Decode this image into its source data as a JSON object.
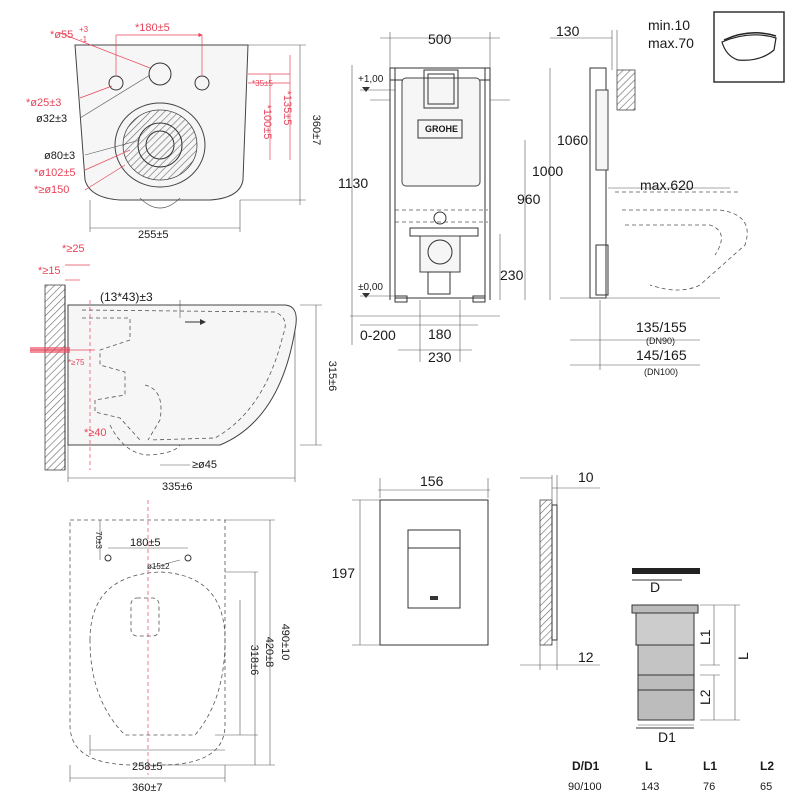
{
  "bowl_top": {
    "diam_55": "*ø55",
    "diam_55_tol_top": "+3",
    "diam_55_tol_bot": "-1",
    "dist_180": "*180±5",
    "diam_25": "*ø25±3",
    "diam_32": "ø32±3",
    "dist_35": "*35±5",
    "dist_100": "*100±5",
    "dist_135": "*135±5",
    "height_360": "360±7",
    "diam_80": "ø80±3",
    "diam_102": "*ø102±5",
    "diam_150": "*≥ø150",
    "width_255": "255±5"
  },
  "frame": {
    "width_500": "500",
    "level_plus1": "+1,00",
    "level_zero": "±0,00",
    "h_1130": "1130",
    "h_960": "960",
    "h_1000": "1000",
    "h_1060": "1060",
    "h_230": "230",
    "range_0_200": "0-200",
    "w_180": "180",
    "w_230": "230",
    "brand": "GROHE"
  },
  "side_frame": {
    "d_130": "130",
    "min": "min.10",
    "max": "max.70",
    "max_620": "max.620",
    "dn90": "135/155",
    "dn90_label": "(DN90)",
    "dn100": "145/165",
    "dn100_label": "(DN100)"
  },
  "bowl_side": {
    "d_25": "*≥25",
    "d_15": "*≥15",
    "bolt": "(13*43)±3",
    "d_75": "*≥75",
    "d_40": "*≥40",
    "outlet": "≥ø45",
    "h_315": "315±6",
    "length_335": "335±6"
  },
  "bowl_plan": {
    "d_70": "70±3",
    "d_180": "180±5",
    "hole": "ø15±2",
    "d_490": "490±10",
    "d_420": "420±8",
    "d_318": "318±6",
    "w_258": "258±5",
    "w_360": "360±7"
  },
  "plate": {
    "width": "156",
    "height": "197",
    "depth": "10",
    "depth_bottom": "12"
  },
  "pipe": {
    "label_D": "D",
    "label_D1": "D1",
    "label_L": "L",
    "label_L1": "L1",
    "label_L2": "L2"
  },
  "table": {
    "headers": [
      "D/D1",
      "L",
      "L1",
      "L2"
    ],
    "row": [
      "90/100",
      "143",
      "76",
      "65"
    ]
  }
}
